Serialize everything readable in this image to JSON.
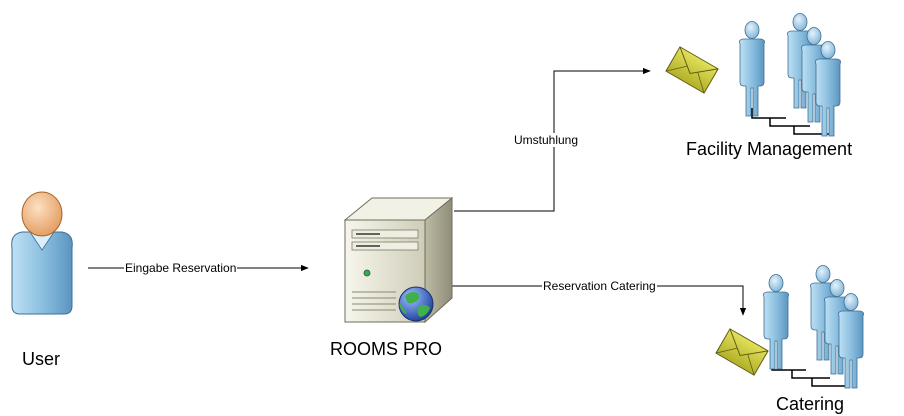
{
  "nodes": {
    "user": {
      "label": "User"
    },
    "server": {
      "label": "ROOMS PRO"
    },
    "facility": {
      "label": "Facility Management"
    },
    "catering": {
      "label": "Catering"
    }
  },
  "edges": {
    "reservation_input": {
      "label": "Eingabe Reservation"
    },
    "reseating": {
      "label": "Umstuhlung"
    },
    "catering_reservation": {
      "label": "Reservation Catering"
    }
  },
  "colors": {
    "line": "#000000",
    "envelope": "#c8c832",
    "person_user_head": "#f0b07a",
    "person_group_body": "#8cc0e0",
    "server_body": "#e6e4d4",
    "globe": "#3a66c8"
  }
}
